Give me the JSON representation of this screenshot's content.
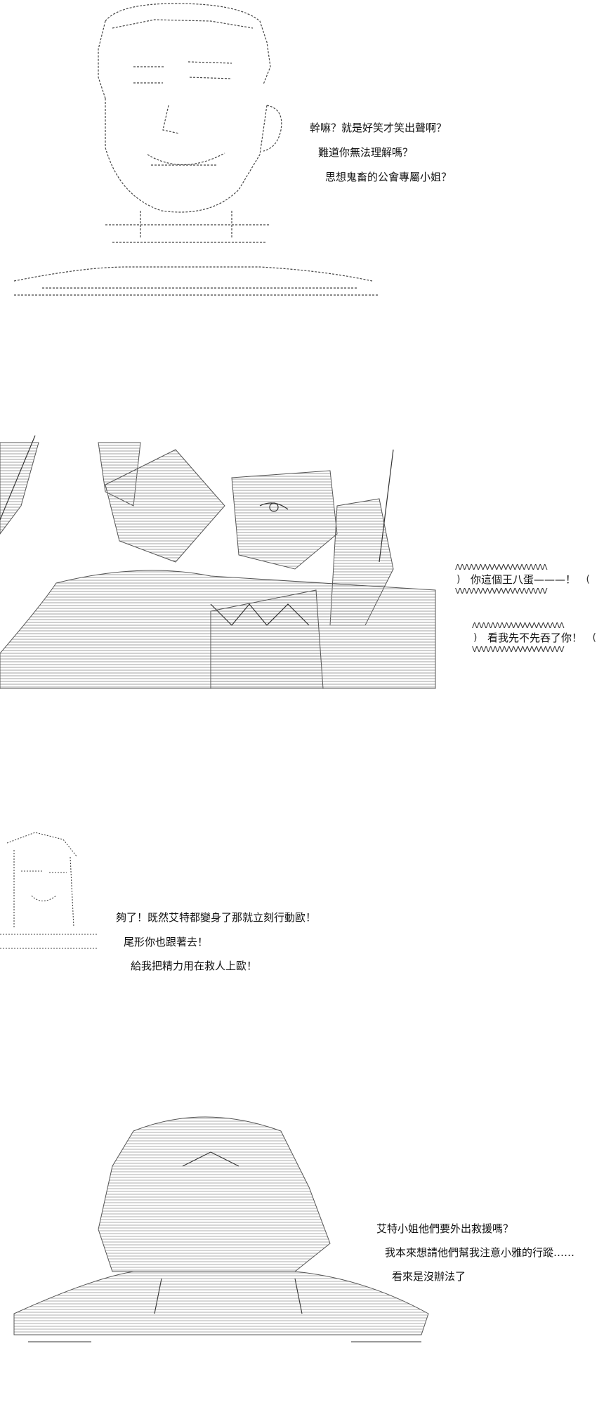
{
  "panel1": {
    "lines": [
      "幹嘛？就是好笑才笑出聲啊？",
      "難道你無法理解嗎？",
      "思想鬼畜的公會專屬小姐？"
    ]
  },
  "panel2": {
    "bubbles": [
      "你這個王八蛋———！",
      "看我先不先吞了你！"
    ]
  },
  "panel3": {
    "lines": [
      "夠了！既然艾特都變身了那就立刻行動歐！",
      "尾形你也跟著去！",
      "給我把精力用在救人上歐！"
    ]
  },
  "panel4": {
    "lines": [
      "艾特小姐他們要外出救援嗎？",
      "我本來想請他們幫我注意小雅的行蹤……",
      "看來是沒辦法了"
    ]
  }
}
